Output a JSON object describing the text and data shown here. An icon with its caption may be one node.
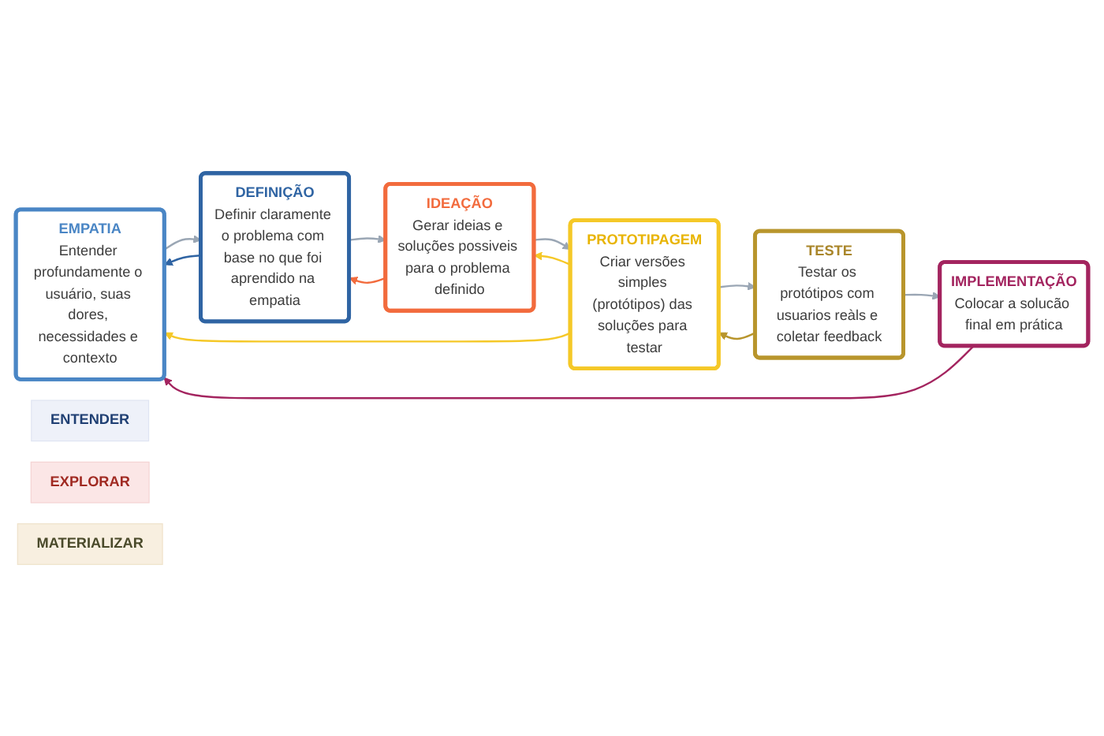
{
  "diagram": {
    "nodes": [
      {
        "text": [
          "EMPATIA",
          "Entender profundamente o usuário, suas dores, necessidades e contexto"
        ]
      },
      {
        "text": [
          "DEFINIÇÃO",
          "Definir claramente o problema com base no que foi aprendido na empatia"
        ]
      },
      {
        "text": [
          "IDEAÇÃO",
          "Gerar ideias e soluções possiveis para o problema definido"
        ]
      },
      {
        "text": [
          "PROTOTIPAGEM",
          "Criar versões simples (protótipos) das soluções para testar"
        ]
      },
      {
        "text": [
          "TESTE",
          "Testar os protótipos com usuarios reàls e coletar feedback"
        ]
      },
      {
        "text": [
          "IMPLEMENTAÇÃO",
          "Colocar a solucão final em prática"
        ]
      },
      {
        "text": [
          "ENTENDER"
        ]
      },
      {
        "text": [
          "EXPLORAR"
        ]
      },
      {
        "text": [
          "MATERIALIZAR"
        ]
      }
    ],
    "edges": [
      {
        "from": 5,
        "to": 0,
        "arrow": "to",
        "color": "#a3245f"
      },
      {
        "from": 3,
        "to": 0,
        "arrow": "to",
        "color": "#f5c827"
      },
      {
        "from": 1,
        "to": 0,
        "arrow": "to",
        "color": "#2f64a3"
      },
      {
        "from": 2,
        "to": 1,
        "arrow": "to",
        "color": "#f26b3d"
      },
      {
        "from": 3,
        "to": 2,
        "arrow": "to",
        "color": "#f5c827"
      },
      {
        "from": 4,
        "to": 3,
        "arrow": "to",
        "color": "#b8952c"
      },
      {
        "from": 0,
        "to": 1,
        "arrow": "to"
      },
      {
        "from": 1,
        "to": 2,
        "arrow": "to"
      },
      {
        "from": 2,
        "to": 3,
        "arrow": "to"
      },
      {
        "from": 3,
        "to": 4,
        "arrow": "to"
      },
      {
        "from": 4,
        "to": 5,
        "arrow": "to"
      }
    ]
  }
}
